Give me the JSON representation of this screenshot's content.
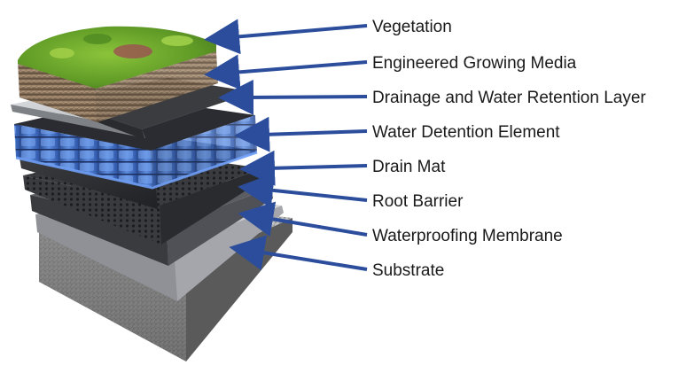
{
  "diagram": {
    "labels": [
      "Vegetation",
      "Engineered Growing Media",
      "Drainage and Water Retention Layer",
      "Water Detention Element",
      "Drain Mat",
      "Root Barrier",
      "Waterproofing Membrane",
      "Substrate"
    ]
  },
  "colors": {
    "arrow": "#2b4d9c",
    "vegetation": "#6fae2a",
    "soil": "#8a7560",
    "drainage_sheet": "#c9cbd0",
    "water_blue": "#3d6cc9",
    "drain_mat": "#2e2e30",
    "root_barrier": "#4a4b4f",
    "membrane": "#9a9ca1",
    "substrate": "#7a7a7a"
  }
}
